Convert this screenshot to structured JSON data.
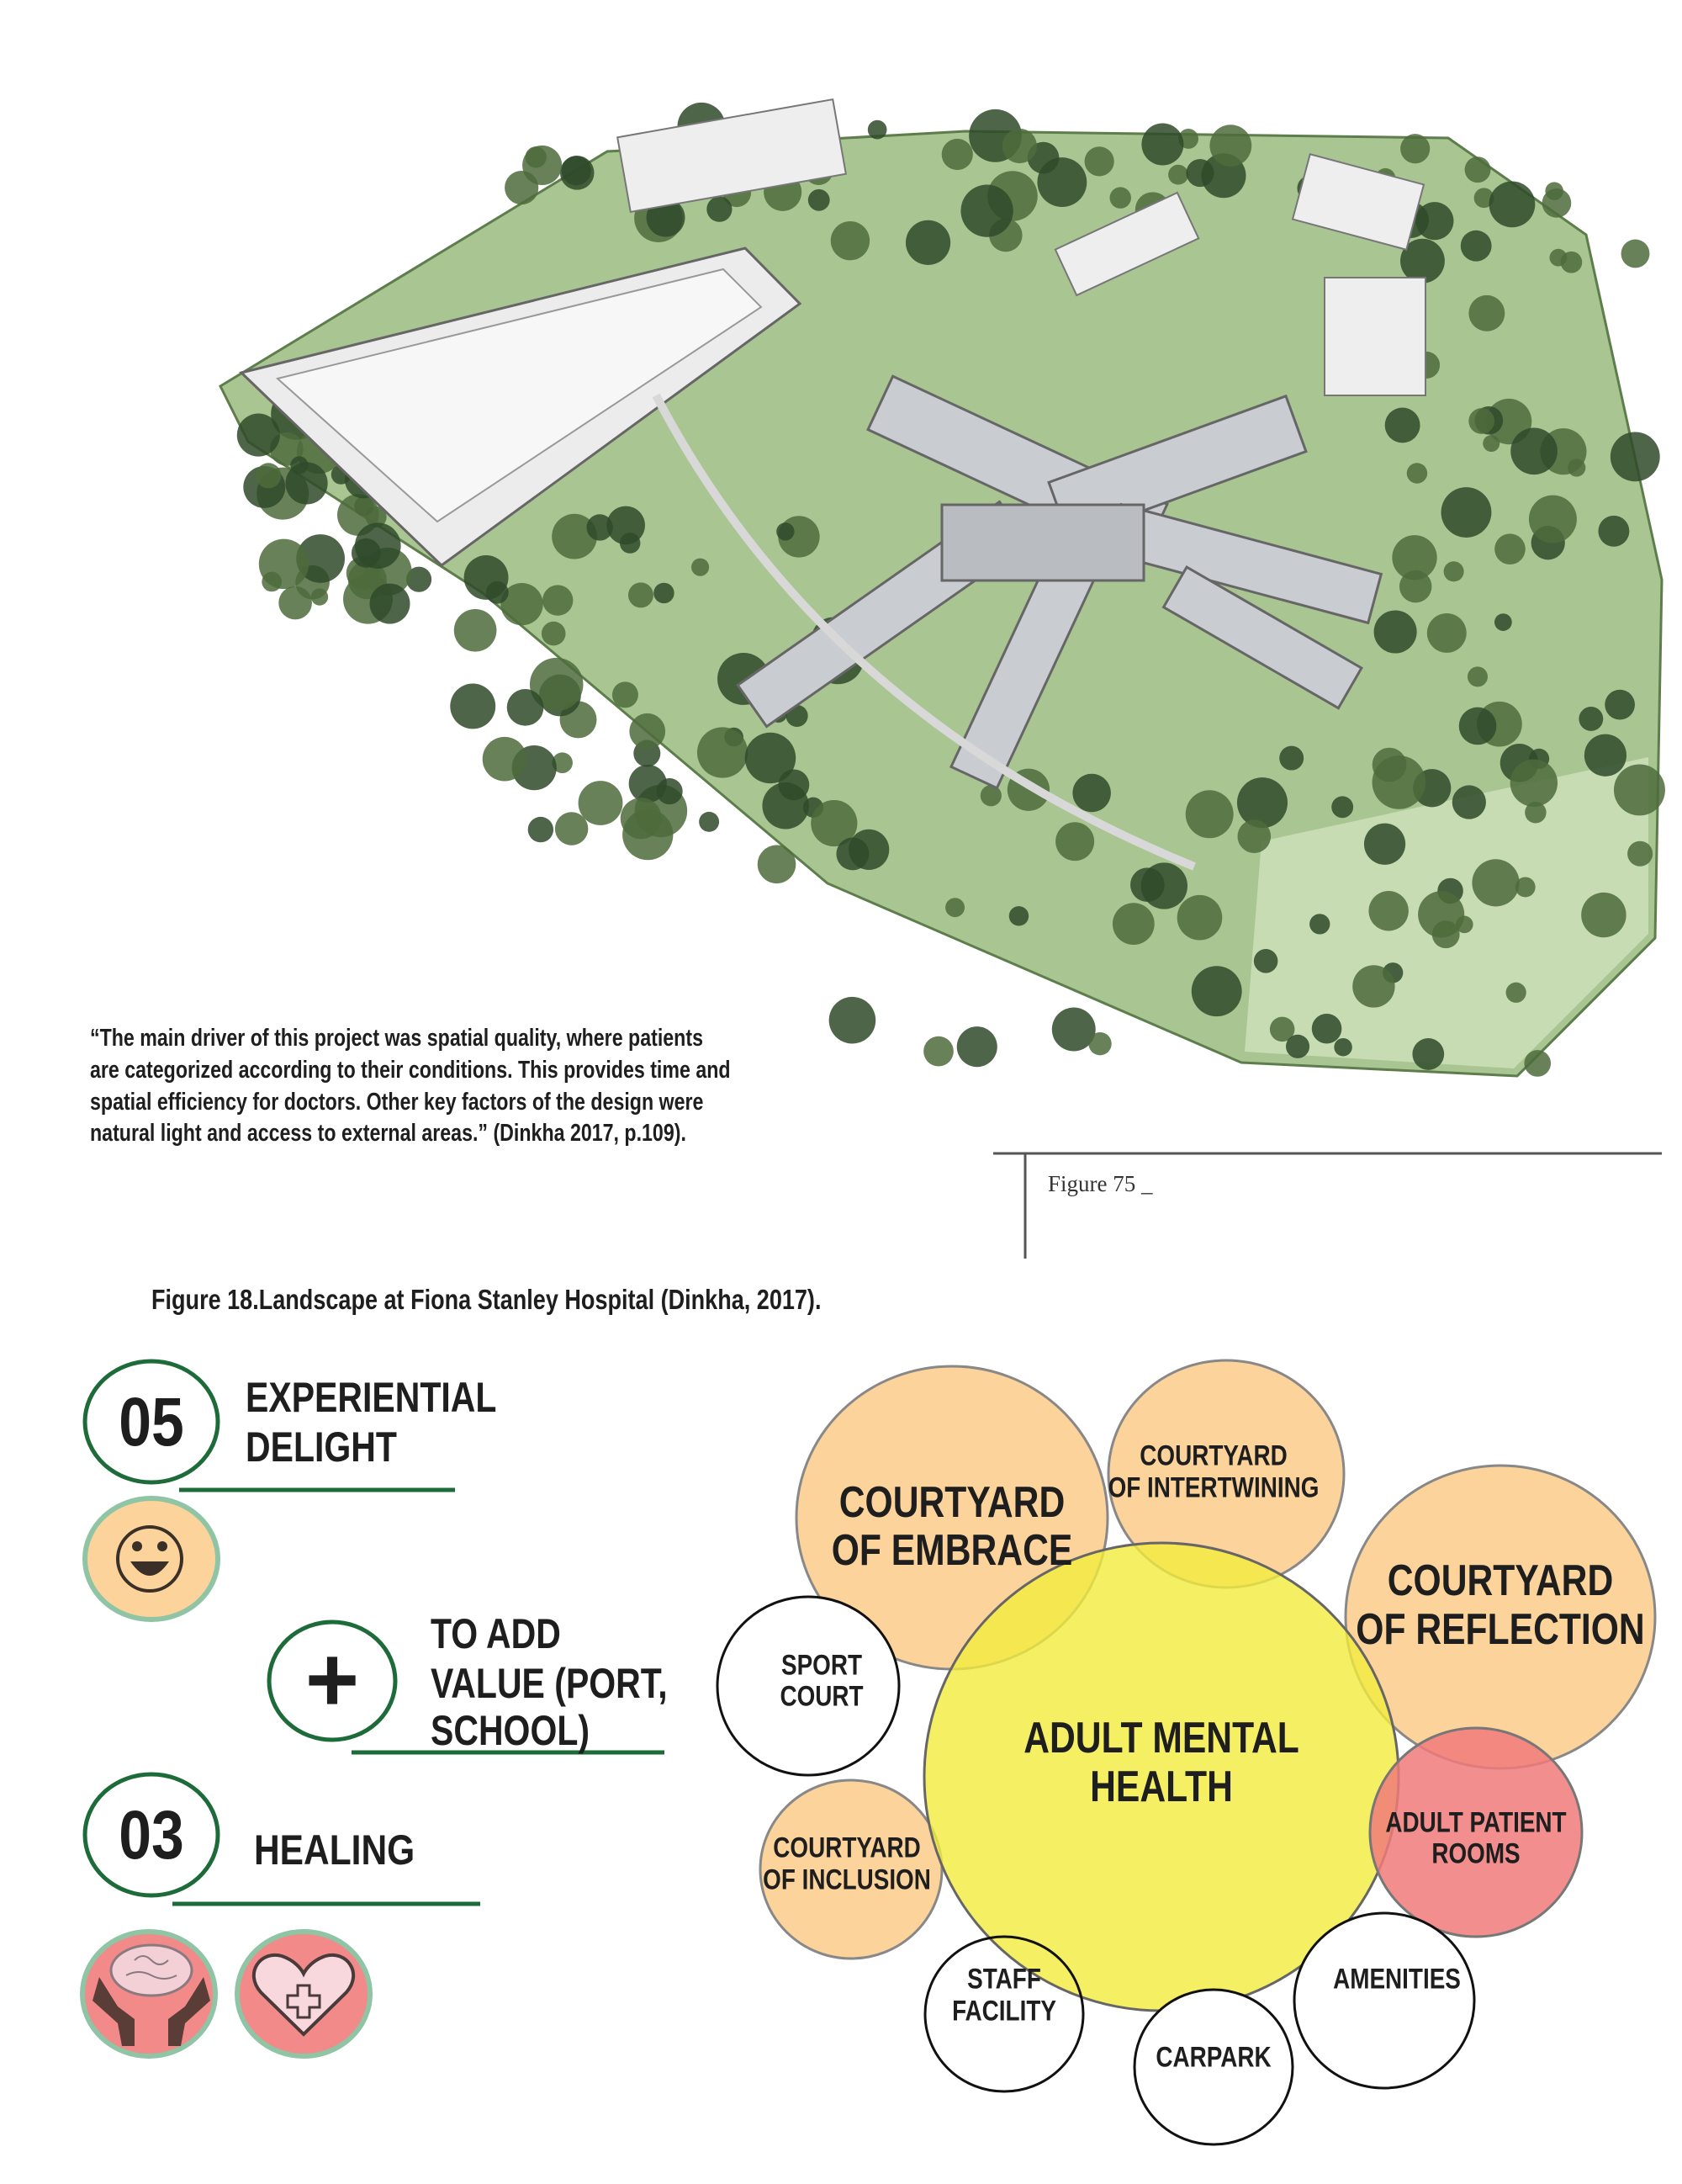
{
  "quote": {
    "lines": [
      "“The main driver of this project was spatial quality, where patients",
      "are categorized according to their conditions. This provides time and",
      "spatial efficiency for doctors. Other key factors of the design were",
      "natural light and access to external areas.” (Dinkha  2017, p.109)."
    ]
  },
  "figure_label": "Figure 75 _",
  "caption": "Figure 18.Landscape at Fiona Stanley Hospital (Dinkha, 2017).",
  "principles": [
    {
      "number": "05",
      "lines": [
        "EXPERIENTIAL",
        "DELIGHT"
      ],
      "icon": "smiley-icon"
    },
    {
      "symbol": "+",
      "lines": [
        "TO ADD",
        "VALUE (PORT,",
        "SCHOOL)"
      ]
    },
    {
      "number": "03",
      "lines": [
        "HEALING"
      ],
      "icons": [
        "brain-hands-icon",
        "heart-cross-icon"
      ]
    }
  ],
  "bubbles": {
    "embrace": [
      "COURTYARD",
      "OF EMBRACE"
    ],
    "intertwining": [
      "COURTYARD",
      "OF INTERTWINING"
    ],
    "reflection": [
      "COURTYARD",
      "OF REFLECTION"
    ],
    "sport": [
      "SPORT",
      "COURT"
    ],
    "mental": [
      "ADULT MENTAL",
      "HEALTH"
    ],
    "patient": [
      "ADULT PATIENT",
      "ROOMS"
    ],
    "inclusion": [
      "COURTYARD",
      "OF INCLUSION"
    ],
    "staff": [
      "STAFF",
      "FACILITY"
    ],
    "carpark": [
      "CARPARK"
    ],
    "amenities": [
      "AMENITIES"
    ]
  },
  "colors": {
    "green_accent": "#1e6b3a",
    "courtyard_fill": "#fbd39b",
    "mental_fill": "#f2ec3c",
    "patient_fill": "#f07a7a",
    "icon_ring": "#8fc4a4"
  }
}
